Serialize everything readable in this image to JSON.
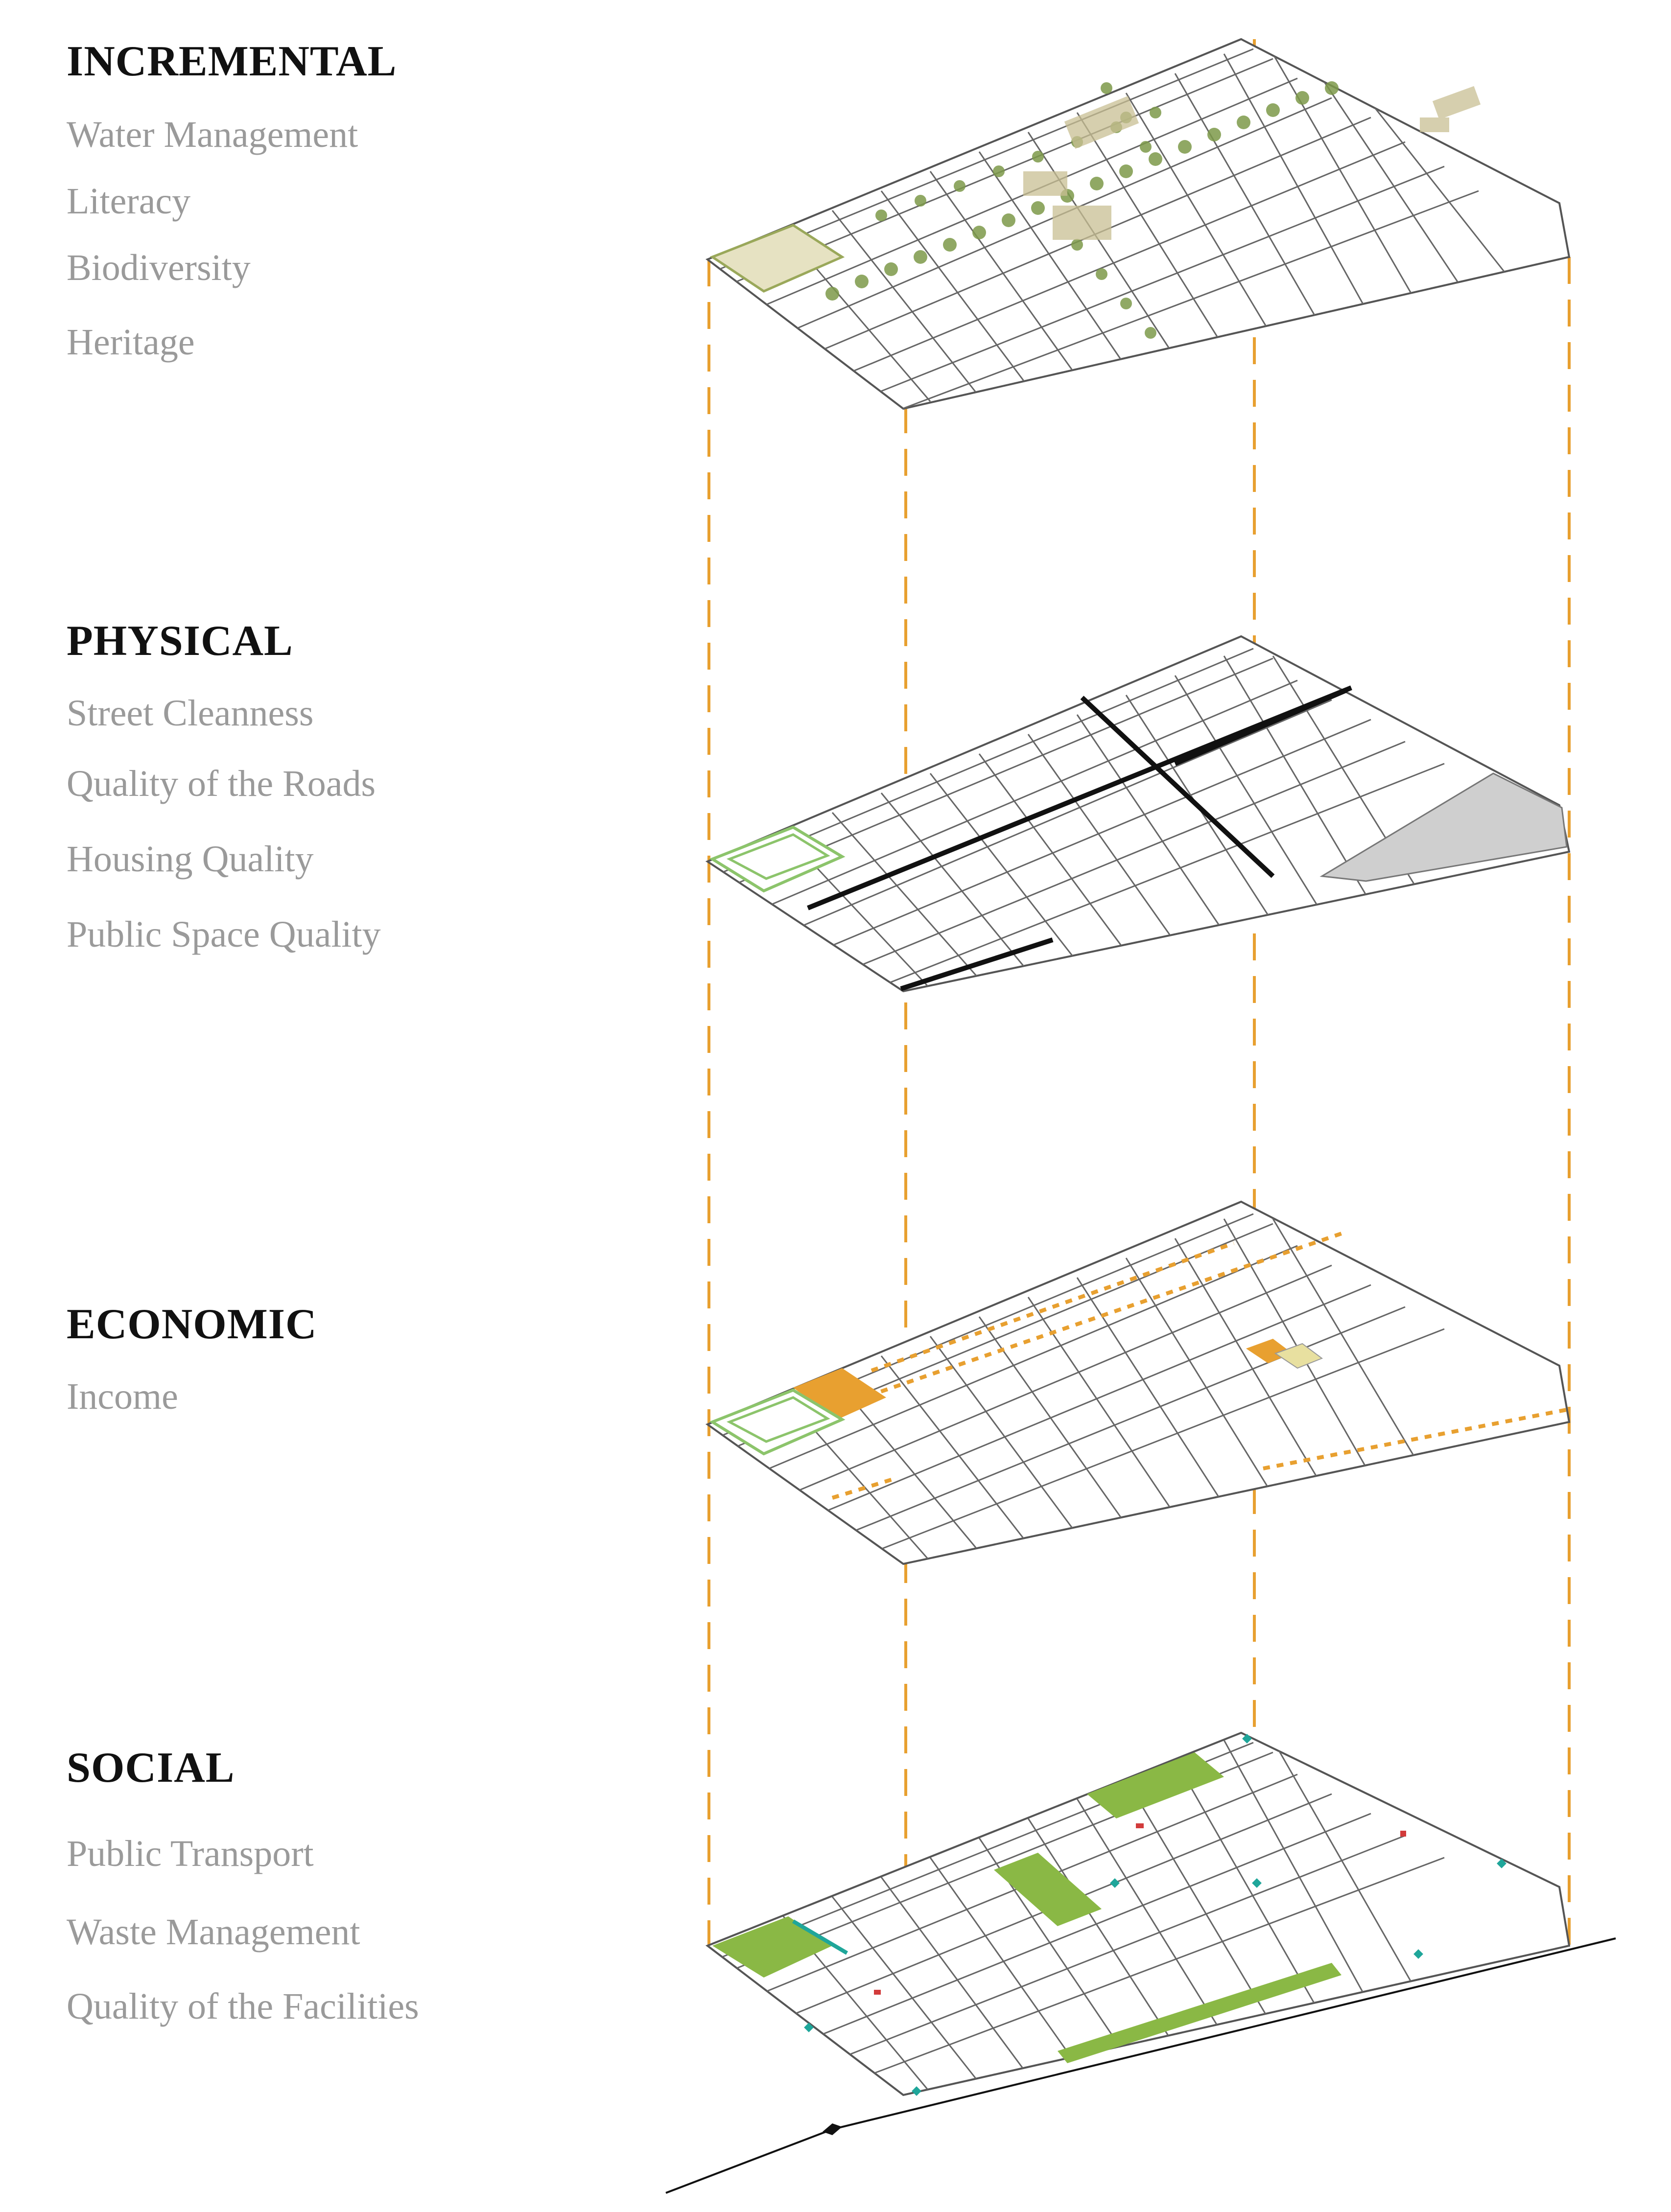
{
  "layers": [
    {
      "id": "incremental",
      "title": "INCREMENTAL",
      "items": [
        "Water Management",
        "Literacy",
        "Biodiversity",
        "Heritage"
      ]
    },
    {
      "id": "physical",
      "title": "PHYSICAL",
      "items": [
        "Street Cleanness",
        "Quality of the Roads",
        "Housing Quality",
        "Public Space Quality"
      ]
    },
    {
      "id": "economic",
      "title": "ECONOMIC",
      "items": [
        "Income"
      ]
    },
    {
      "id": "social",
      "title": "SOCIAL",
      "items": [
        "Public Transport",
        "Waste Management",
        "Quality of the Facilities"
      ]
    }
  ],
  "colors": {
    "guide_lines": "#e8a030",
    "street_lines": "#555555",
    "incremental_green": "#7d9a4a",
    "incremental_tan": "#c9bf93",
    "physical_roads": "#111111",
    "physical_grey": "#cfcfcf",
    "physical_park": "#8cc46b",
    "economic_orange": "#e8a030",
    "economic_yellow": "#e8e0a0",
    "social_green": "#8ab845",
    "social_teal": "#1fa69a",
    "social_red": "#d23b3b"
  }
}
